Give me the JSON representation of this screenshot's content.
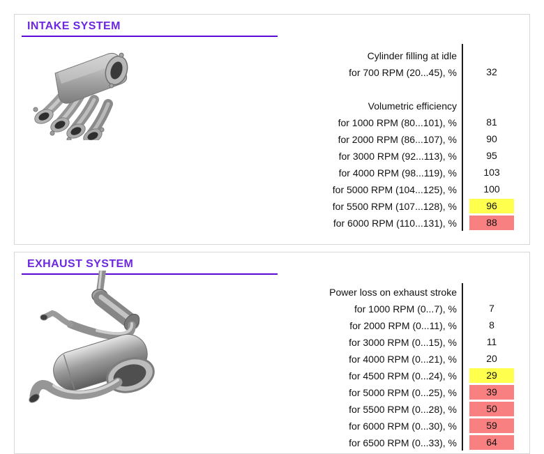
{
  "colors": {
    "title": "#6d28e0",
    "underline": "#5a0ad2",
    "box_border": "#d8d8d8",
    "divider": "#1a1a1a",
    "highlight_yellow": "#ffff4d",
    "highlight_red": "#f98080",
    "text": "#111111"
  },
  "sections": [
    {
      "title": "INTAKE SYSTEM",
      "image": "intake-manifold",
      "rows": [
        {
          "type": "header",
          "label": "Cylinder filling at idle"
        },
        {
          "type": "data",
          "label": "for 700 RPM (20...45), %",
          "value": "32",
          "highlight": "none"
        },
        {
          "type": "spacer",
          "label": ""
        },
        {
          "type": "header",
          "label": "Volumetric efficiency"
        },
        {
          "type": "data",
          "label": "for 1000 RPM (80...101), %",
          "value": "81",
          "highlight": "none"
        },
        {
          "type": "data",
          "label": "for 2000 RPM (86...107), %",
          "value": "90",
          "highlight": "none"
        },
        {
          "type": "data",
          "label": "for 3000 RPM (92...113), %",
          "value": "95",
          "highlight": "none"
        },
        {
          "type": "data",
          "label": "for 4000 RPM (98...119), %",
          "value": "103",
          "highlight": "none"
        },
        {
          "type": "data",
          "label": "for 5000 RPM (104...125), %",
          "value": "100",
          "highlight": "none"
        },
        {
          "type": "data",
          "label": "for 5500 RPM (107...128), %",
          "value": "96",
          "highlight": "yellow"
        },
        {
          "type": "data",
          "label": "for 6000 RPM (110...131), %",
          "value": "88",
          "highlight": "red"
        }
      ]
    },
    {
      "title": "EXHAUST SYSTEM",
      "image": "exhaust-system",
      "rows": [
        {
          "type": "header",
          "label": "Power loss on exhaust stroke"
        },
        {
          "type": "data",
          "label": "for 1000 RPM (0...7), %",
          "value": "7",
          "highlight": "none"
        },
        {
          "type": "data",
          "label": "for 2000 RPM (0...11), %",
          "value": "8",
          "highlight": "none"
        },
        {
          "type": "data",
          "label": "for 3000 RPM (0...15), %",
          "value": "11",
          "highlight": "none"
        },
        {
          "type": "data",
          "label": "for 4000 RPM (0...21), %",
          "value": "20",
          "highlight": "none"
        },
        {
          "type": "data",
          "label": "for 4500 RPM (0...24), %",
          "value": "29",
          "highlight": "yellow"
        },
        {
          "type": "data",
          "label": "for 5000 RPM (0...25), %",
          "value": "39",
          "highlight": "red"
        },
        {
          "type": "data",
          "label": "for 5500 RPM (0...28), %",
          "value": "50",
          "highlight": "red"
        },
        {
          "type": "data",
          "label": "for 6000 RPM (0...30), %",
          "value": "59",
          "highlight": "red"
        },
        {
          "type": "data",
          "label": "for 6500 RPM (0...33), %",
          "value": "64",
          "highlight": "red"
        }
      ]
    }
  ]
}
